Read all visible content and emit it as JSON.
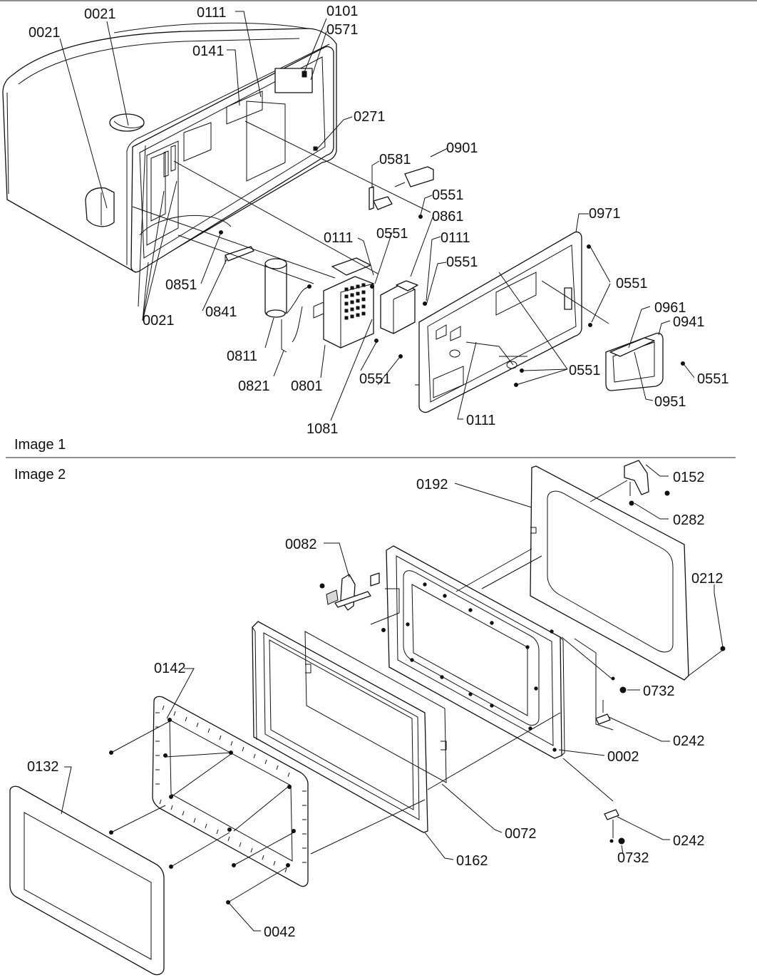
{
  "image1": {
    "caption": "Image 1",
    "callouts": [
      "0021",
      "0021",
      "0111",
      "0101",
      "0571",
      "0141",
      "0271",
      "0901",
      "0581",
      "0551",
      "0861",
      "0111",
      "0551",
      "0111",
      "0551",
      "0971",
      "0551",
      "0851",
      "0841",
      "0021",
      "0961",
      "0941",
      "0811",
      "0821",
      "0801",
      "0551",
      "0551",
      "0551",
      "1081",
      "0111",
      "0951"
    ]
  },
  "image2": {
    "caption": "Image 2",
    "callouts": [
      "0192",
      "0152",
      "0282",
      "0082",
      "0212",
      "0142",
      "0732",
      "0242",
      "0132",
      "0002",
      "0072",
      "0162",
      "0242",
      "0732",
      "0042"
    ]
  },
  "colors": {
    "ink": "#111111",
    "paper": "#ffffff",
    "shade": "#d8d8d8"
  }
}
